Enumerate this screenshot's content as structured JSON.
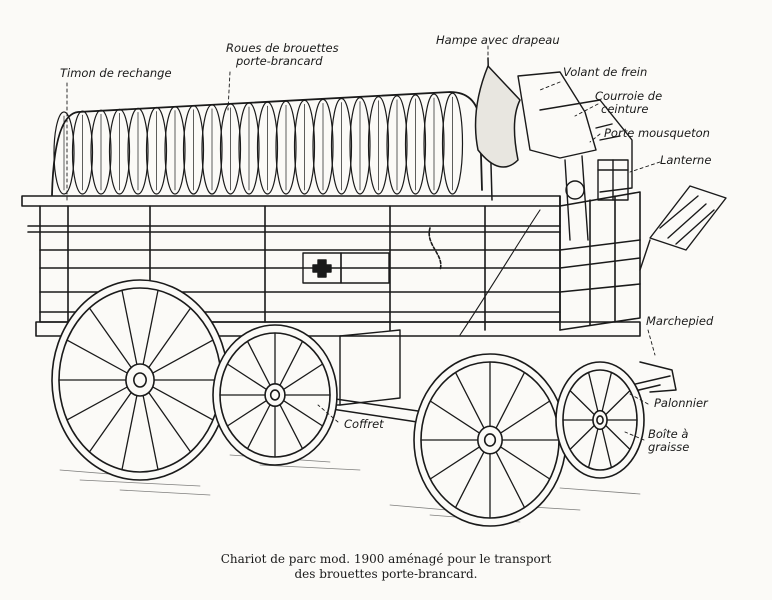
{
  "labels": {
    "timon": "Timon de rechange",
    "roues_1": "Roues de brouettes",
    "roues_2": "porte-brancard",
    "hampe": "Hampe avec drapeau",
    "volant": "Volant de frein",
    "courroie_1": "Courroie de",
    "courroie_2": "ceinture",
    "porte": "Porte mousqueton",
    "lanterne": "Lanterne",
    "marchepied": "Marchepied",
    "palonnier": "Palonnier",
    "boite_1": "Boîte à",
    "boite_2": "graisse",
    "coffret": "Coffret"
  },
  "caption": {
    "line1": "Chariot de parc mod. 1900 aménagé pour le transport",
    "line2": "des brouettes porte-brancard."
  },
  "colors": {
    "ink": "#1a1a1a",
    "paper": "#fbfaf7"
  }
}
